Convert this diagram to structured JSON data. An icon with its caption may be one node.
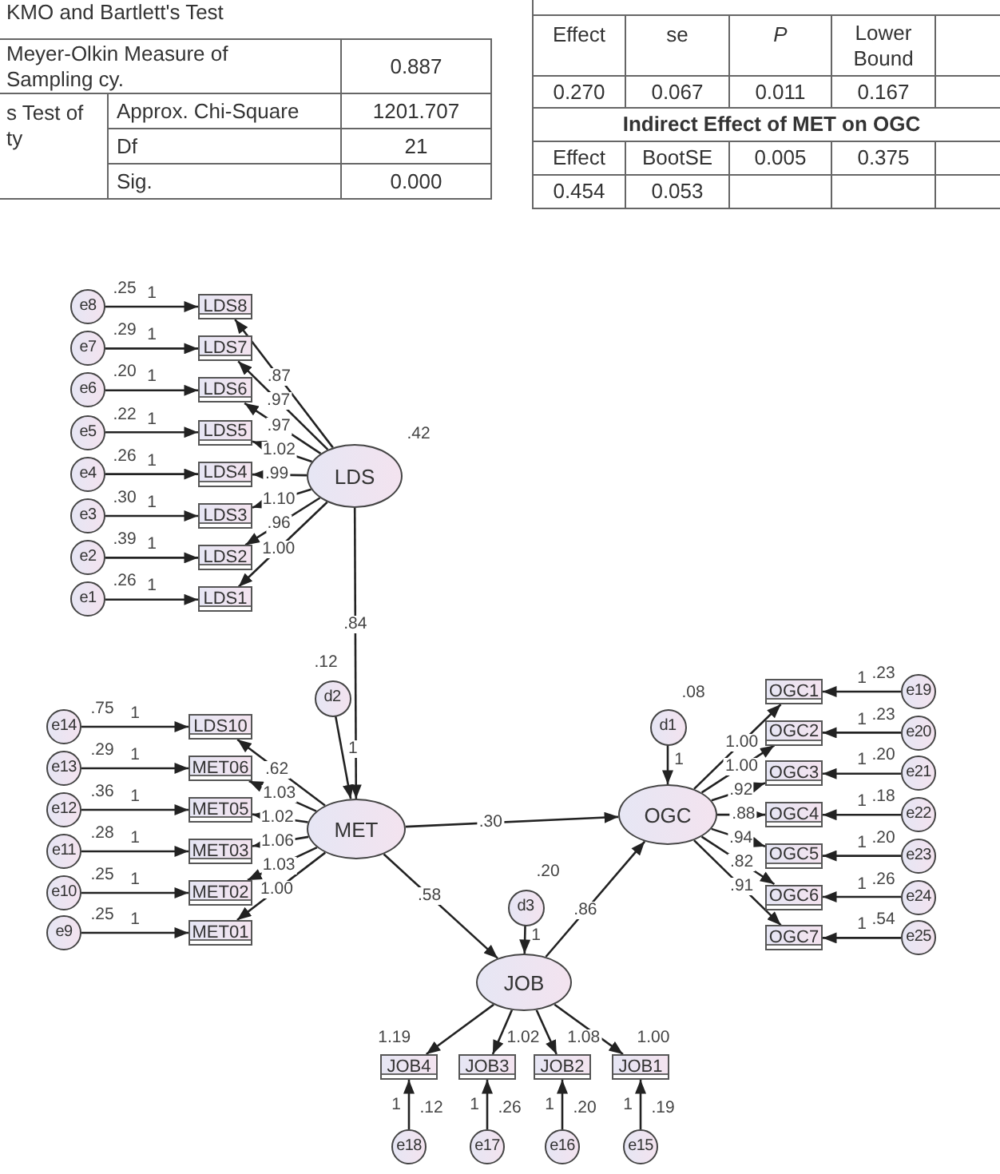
{
  "diagram": {
    "nodes": [
      {
        "text": [
          "LDS"
        ],
        "beside": [
          ".42"
        ]
      },
      {
        "text": [
          "LDS8"
        ]
      },
      {
        "text": [
          "LDS7"
        ]
      },
      {
        "text": [
          "LDS6"
        ]
      },
      {
        "text": [
          "LDS5"
        ]
      },
      {
        "text": [
          "LDS4"
        ]
      },
      {
        "text": [
          "LDS3"
        ]
      },
      {
        "text": [
          "LDS2"
        ]
      },
      {
        "text": [
          "LDS1"
        ]
      },
      {
        "text": [
          "e8"
        ],
        "beside": [
          ".25"
        ]
      },
      {
        "text": [
          "e7"
        ],
        "beside": [
          ".29"
        ]
      },
      {
        "text": [
          "e6"
        ],
        "beside": [
          ".20"
        ]
      },
      {
        "text": [
          "e5"
        ],
        "beside": [
          ".22"
        ]
      },
      {
        "text": [
          "e4"
        ],
        "beside": [
          ".26"
        ]
      },
      {
        "text": [
          "e3"
        ],
        "beside": [
          ".30"
        ]
      },
      {
        "text": [
          "e2"
        ],
        "beside": [
          ".39"
        ]
      },
      {
        "text": [
          "e1"
        ],
        "beside": [
          ".26"
        ]
      },
      {
        "text": [
          "MET"
        ]
      },
      {
        "text": [
          "d2"
        ],
        "beside": [
          ".12"
        ]
      },
      {
        "text": [
          "LDS10"
        ]
      },
      {
        "text": [
          "MET06"
        ]
      },
      {
        "text": [
          "MET05"
        ]
      },
      {
        "text": [
          "MET03"
        ]
      },
      {
        "text": [
          "MET02"
        ]
      },
      {
        "text": [
          "MET01"
        ]
      },
      {
        "text": [
          "e14"
        ],
        "beside": [
          ".75"
        ]
      },
      {
        "text": [
          "e13"
        ],
        "beside": [
          ".29"
        ]
      },
      {
        "text": [
          "e12"
        ],
        "beside": [
          ".36"
        ]
      },
      {
        "text": [
          "e11"
        ],
        "beside": [
          ".28"
        ]
      },
      {
        "text": [
          "e10"
        ],
        "beside": [
          ".25"
        ]
      },
      {
        "text": [
          "e9"
        ],
        "beside": [
          ".25"
        ]
      },
      {
        "text": [
          "OGC"
        ]
      },
      {
        "text": [
          "d1"
        ],
        "beside": [
          ".08"
        ]
      },
      {
        "text": [
          "OGC1"
        ]
      },
      {
        "text": [
          "OGC2"
        ]
      },
      {
        "text": [
          "OGC3"
        ]
      },
      {
        "text": [
          "OGC4"
        ]
      },
      {
        "text": [
          "OGC5"
        ]
      },
      {
        "text": [
          "OGC6"
        ]
      },
      {
        "text": [
          "OGC7"
        ]
      },
      {
        "text": [
          "e19"
        ],
        "beside": [
          ".23"
        ]
      },
      {
        "text": [
          "e20"
        ],
        "beside": [
          ".23"
        ]
      },
      {
        "text": [
          "e21"
        ],
        "beside": [
          ".20"
        ]
      },
      {
        "text": [
          "e22"
        ],
        "beside": [
          ".18"
        ]
      },
      {
        "text": [
          "e23"
        ],
        "beside": [
          ".20"
        ]
      },
      {
        "text": [
          "e24"
        ],
        "beside": [
          ".26"
        ]
      },
      {
        "text": [
          "e25"
        ],
        "beside": [
          ".54"
        ]
      },
      {
        "text": [
          "JOB"
        ]
      },
      {
        "text": [
          "d3"
        ],
        "beside": [
          ".20"
        ]
      },
      {
        "text": [
          "JOB4"
        ]
      },
      {
        "text": [
          "JOB3"
        ]
      },
      {
        "text": [
          "JOB2"
        ]
      },
      {
        "text": [
          "JOB1"
        ]
      },
      {
        "text": [
          "e18"
        ],
        "beside": [
          ".12"
        ]
      },
      {
        "text": [
          "e17"
        ],
        "beside": [
          ".26"
        ]
      },
      {
        "text": [
          "e16"
        ],
        "beside": [
          ".20"
        ]
      },
      {
        "text": [
          "e15"
        ],
        "beside": [
          ".19"
        ]
      }
    ],
    "edges": [
      {
        "from": 9,
        "to": 1,
        "arrow": "to",
        "label": "1"
      },
      {
        "from": 10,
        "to": 2,
        "arrow": "to",
        "label": "1"
      },
      {
        "from": 11,
        "to": 3,
        "arrow": "to",
        "label": "1"
      },
      {
        "from": 12,
        "to": 4,
        "arrow": "to",
        "label": "1"
      },
      {
        "from": 13,
        "to": 5,
        "arrow": "to",
        "label": "1"
      },
      {
        "from": 14,
        "to": 6,
        "arrow": "to",
        "label": "1"
      },
      {
        "from": 15,
        "to": 7,
        "arrow": "to",
        "label": "1"
      },
      {
        "from": 16,
        "to": 8,
        "arrow": "to",
        "label": "1"
      },
      {
        "from": 0,
        "to": 1,
        "arrow": "to",
        "label": ".87"
      },
      {
        "from": 0,
        "to": 2,
        "arrow": "to",
        "label": ".97"
      },
      {
        "from": 0,
        "to": 3,
        "arrow": "to",
        "label": ".97"
      },
      {
        "from": 0,
        "to": 4,
        "arrow": "to",
        "label": "1.02"
      },
      {
        "from": 0,
        "to": 5,
        "arrow": "to",
        "label": ".99"
      },
      {
        "from": 0,
        "to": 6,
        "arrow": "to",
        "label": "1.10"
      },
      {
        "from": 0,
        "to": 7,
        "arrow": "to",
        "label": ".96"
      },
      {
        "from": 0,
        "to": 8,
        "arrow": "to",
        "label": "1.00"
      },
      {
        "from": 0,
        "to": 17,
        "arrow": "to",
        "label": ".84"
      },
      {
        "from": 18,
        "to": 17,
        "arrow": "to",
        "label": "1"
      },
      {
        "from": 25,
        "to": 19,
        "arrow": "to",
        "label": "1"
      },
      {
        "from": 26,
        "to": 20,
        "arrow": "to",
        "label": "1"
      },
      {
        "from": 27,
        "to": 21,
        "arrow": "to",
        "label": "1"
      },
      {
        "from": 28,
        "to": 22,
        "arrow": "to",
        "label": "1"
      },
      {
        "from": 29,
        "to": 23,
        "arrow": "to",
        "label": "1"
      },
      {
        "from": 30,
        "to": 24,
        "arrow": "to",
        "label": "1"
      },
      {
        "from": 17,
        "to": 19,
        "arrow": "to",
        "label": ".62"
      },
      {
        "from": 17,
        "to": 20,
        "arrow": "to",
        "label": "1.03"
      },
      {
        "from": 17,
        "to": 21,
        "arrow": "to",
        "label": "1.02"
      },
      {
        "from": 17,
        "to": 22,
        "arrow": "to",
        "label": "1.06"
      },
      {
        "from": 17,
        "to": 23,
        "arrow": "to",
        "label": "1.03"
      },
      {
        "from": 17,
        "to": 24,
        "arrow": "to",
        "label": "1.00"
      },
      {
        "from": 17,
        "to": 31,
        "arrow": "to",
        "label": ".30"
      },
      {
        "from": 17,
        "to": 47,
        "arrow": "to",
        "label": ".58"
      },
      {
        "from": 32,
        "to": 31,
        "arrow": "to",
        "label": "1"
      },
      {
        "from": 31,
        "to": 33,
        "arrow": "to",
        "label": "1.00"
      },
      {
        "from": 31,
        "to": 34,
        "arrow": "to",
        "label": "1.00"
      },
      {
        "from": 31,
        "to": 35,
        "arrow": "to",
        "label": ".92"
      },
      {
        "from": 31,
        "to": 36,
        "arrow": "to",
        "label": ".88"
      },
      {
        "from": 31,
        "to": 37,
        "arrow": "to",
        "label": ".94"
      },
      {
        "from": 31,
        "to": 38,
        "arrow": "to",
        "label": ".82"
      },
      {
        "from": 31,
        "to": 39,
        "arrow": "to",
        "label": ".91"
      },
      {
        "from": 40,
        "to": 33,
        "arrow": "to",
        "label": "1"
      },
      {
        "from": 41,
        "to": 34,
        "arrow": "to",
        "label": "1"
      },
      {
        "from": 42,
        "to": 35,
        "arrow": "to",
        "label": "1"
      },
      {
        "from": 43,
        "to": 36,
        "arrow": "to",
        "label": "1"
      },
      {
        "from": 44,
        "to": 37,
        "arrow": "to",
        "label": "1"
      },
      {
        "from": 45,
        "to": 38,
        "arrow": "to",
        "label": "1"
      },
      {
        "from": 46,
        "to": 39,
        "arrow": "to",
        "label": "1"
      },
      {
        "from": 48,
        "to": 47,
        "arrow": "to",
        "label": "1"
      },
      {
        "from": 47,
        "to": 31,
        "arrow": "to",
        "label": ".86"
      },
      {
        "from": 47,
        "to": 49,
        "arrow": "to",
        "label": "1.19"
      },
      {
        "from": 47,
        "to": 50,
        "arrow": "to",
        "label": "1.02"
      },
      {
        "from": 47,
        "to": 51,
        "arrow": "to",
        "label": "1.08"
      },
      {
        "from": 47,
        "to": 52,
        "arrow": "to",
        "label": "1.00"
      },
      {
        "from": 53,
        "to": 49,
        "arrow": "to",
        "label": "1"
      },
      {
        "from": 54,
        "to": 50,
        "arrow": "to",
        "label": "1"
      },
      {
        "from": 55,
        "to": 51,
        "arrow": "to",
        "label": "1"
      },
      {
        "from": 56,
        "to": 52,
        "arrow": "to",
        "label": "1"
      }
    ],
    "labels": [
      "KMO and Bartlett's Test",
      "Meyer-Olkin Measure of Sampling cy.",
      "0.887",
      "s Test of ty",
      "Approx. Chi-Square",
      "1201.707",
      "Df",
      "21",
      "Sig.",
      "0.000",
      "Effect",
      "se",
      "P",
      "Lower Bound",
      "0.270",
      "0.067",
      "0.011",
      "0.167",
      "Indirect Effect of MET on OGC",
      "Effect",
      "BootSE",
      "0.005",
      "0.375",
      "0.454",
      "0.053"
    ]
  }
}
